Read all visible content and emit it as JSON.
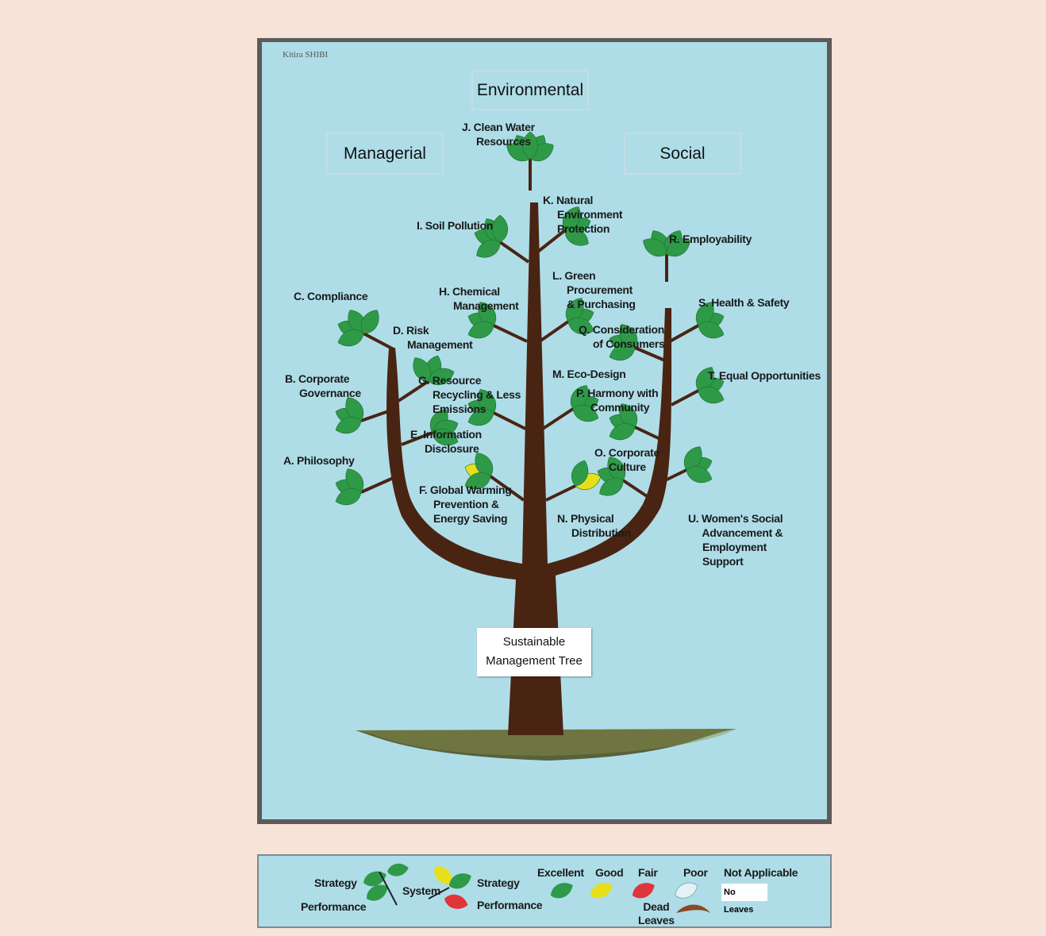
{
  "corner_text": "Kitira SHIBI",
  "categories": {
    "environmental": "Environmental",
    "managerial": "Managerial",
    "social": "Social"
  },
  "sign": {
    "line1": "Sustainable",
    "line2": "Management Tree"
  },
  "branches": {
    "a": "A. Philosophy",
    "b": "B. Corporate\n     Governance",
    "c": "C. Compliance",
    "d": "D. Risk\n     Management",
    "e": "E. Information\n     Disclosure",
    "f": "F. Global Warming\n     Prevention &\n     Energy Saving",
    "g": "G. Resource\n     Recycling & Less\n     Emissions",
    "h": "H. Chemical\n     Management",
    "i": "I. Soil Pollution",
    "j": "J. Clean Water\n     Resources",
    "k": "K. Natural\n     Environment\n     Protection",
    "l": "L. Green\n     Procurement\n     & Purchasing",
    "m": "M. Eco-Design",
    "n": "N. Physical\n     Distribution",
    "o": "O. Corporate\n     Culture",
    "p": "P. Harmony with\n     Community",
    "q": "Q. Consideration\n     of Consumers",
    "r": "R. Employability",
    "s": "S. Health & Safety",
    "t": "T. Equal Opportunities",
    "u": "U. Women's Social\n     Advancement &\n     Employment\n     Support"
  },
  "leaf_ratings": {
    "f": "Good",
    "n": "Good",
    "default": "Excellent"
  },
  "legend": {
    "strategy_left": "Strategy",
    "performance_left": "Performance",
    "system": "System",
    "strategy_right": "Strategy",
    "performance_right": "Performance",
    "excellent": "Excellent",
    "good": "Good",
    "fair": "Fair",
    "poor": "Poor",
    "not_applicable": "Not Applicable",
    "no_leaves": "No Leaves",
    "dead_leaves": "Dead\nLeaves"
  },
  "colors": {
    "background": "#f7e4d8",
    "panel": "#aedde8",
    "frame": "#5e5a5a",
    "trunk": "#4a2412",
    "leaf_excellent": "#2e9a47",
    "leaf_good": "#e6df1c",
    "leaf_fair": "#e0353a",
    "leaf_poor": "#e4f2f5",
    "leaf_dead": "#8a4a22"
  }
}
